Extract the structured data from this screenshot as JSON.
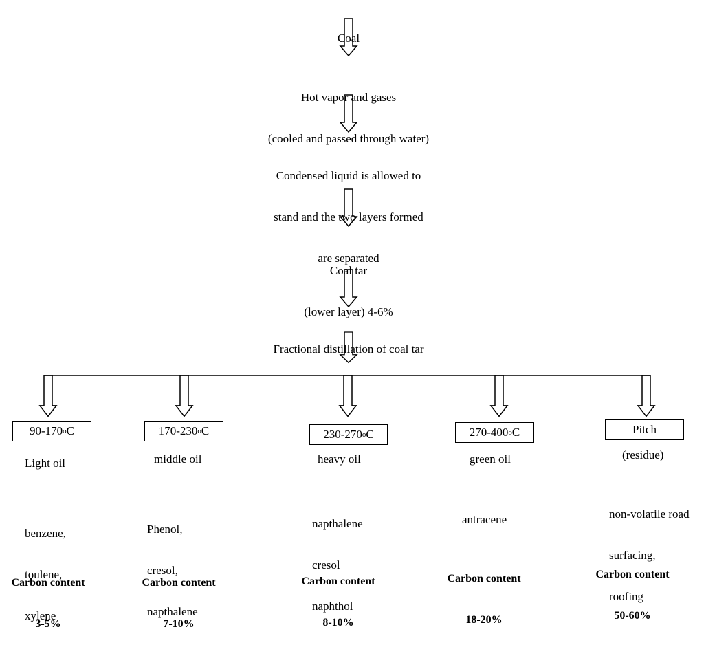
{
  "steps": [
    {
      "lines": [
        "Coal"
      ]
    },
    {
      "lines": [
        "Hot vapor and gases",
        "(cooled and passed through water)"
      ]
    },
    {
      "lines": [
        "Condensed liquid is allowed to",
        "stand and the two layers formed",
        "are separated"
      ]
    },
    {
      "lines": [
        "Coal tar",
        "(lower layer) 4-6%"
      ]
    },
    {
      "lines": [
        "Fractional distillation of coal tar"
      ]
    }
  ],
  "fractions": [
    {
      "range_a": "90-170",
      "sup": "o",
      "range_b": "C",
      "name": "Light oil",
      "products": [
        "benzene,",
        "toulene,",
        "xylene"
      ],
      "carbon_label": "Carbon content",
      "carbon_value": "3-5%"
    },
    {
      "range_a": "170-230",
      "sup": "o",
      "range_b": "C",
      "name": "middle oil",
      "products": [
        "Phenol,",
        "cresol,",
        "napthalene"
      ],
      "carbon_label": "Carbon content",
      "carbon_value": "7-10%"
    },
    {
      "range_a": "230-270",
      "sup": "o",
      "range_b": "C",
      "name": "heavy oil",
      "products": [
        "napthalene",
        "cresol",
        "naphthol"
      ],
      "carbon_label": "Carbon content",
      "carbon_value": "8-10%"
    },
    {
      "range_a": "270-400",
      "sup": "o",
      "range_b": "C",
      "name": "green oil",
      "products": [
        "antracene"
      ],
      "carbon_label": "Carbon content",
      "carbon_value": "18-20%"
    },
    {
      "range_a": "Pitch",
      "sup": "",
      "range_b": "",
      "name": "(residue)",
      "products": [
        "non-volatile road",
        "surfacing,",
        "roofing"
      ],
      "carbon_label": "Carbon content",
      "carbon_value": "50-60%"
    }
  ]
}
